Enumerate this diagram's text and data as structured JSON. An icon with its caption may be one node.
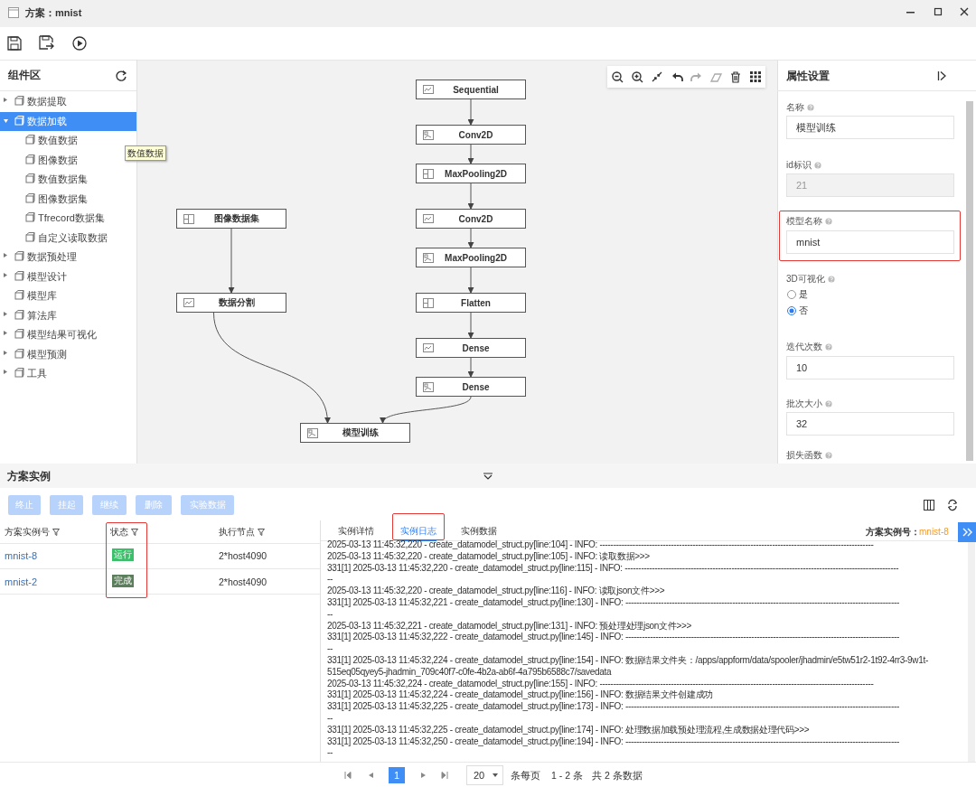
{
  "diagram": {
    "nodes": [
      {
        "text": [
          "Sequential"
        ]
      },
      {
        "text": [
          "Conv2D"
        ]
      },
      {
        "text": [
          "MaxPooling2D"
        ]
      },
      {
        "text": [
          "Conv2D"
        ]
      },
      {
        "text": [
          "MaxPooling2D"
        ]
      },
      {
        "text": [
          "Flatten"
        ]
      },
      {
        "text": [
          "Dense"
        ]
      },
      {
        "text": [
          "Dense"
        ]
      },
      {
        "text": [
          "图像数据集"
        ]
      },
      {
        "text": [
          "数据分割"
        ]
      },
      {
        "text": [
          "模型训练"
        ]
      }
    ],
    "edges": [
      {
        "from": 0,
        "to": 1,
        "arrow": "to"
      },
      {
        "from": 1,
        "to": 2,
        "arrow": "to"
      },
      {
        "from": 2,
        "to": 3,
        "arrow": "to"
      },
      {
        "from": 3,
        "to": 4,
        "arrow": "to"
      },
      {
        "from": 4,
        "to": 5,
        "arrow": "to"
      },
      {
        "from": 5,
        "to": 6,
        "arrow": "to"
      },
      {
        "from": 6,
        "to": 7,
        "arrow": "to"
      },
      {
        "from": 8,
        "to": 9,
        "arrow": "to"
      },
      {
        "from": 9,
        "to": 10,
        "arrow": "to"
      },
      {
        "from": 7,
        "to": 10,
        "arrow": "to"
      }
    ],
    "labels": [
      "方案：mnist",
      "组件区",
      "数据提取",
      "数据加载",
      "数值数据",
      "图像数据",
      "数值数据集",
      "图像数据集",
      "Tfrecord数据集",
      "自定义读取数据",
      "数据预处理",
      "模型设计",
      "模型库",
      "算法库",
      "模型结果可视化",
      "模型预测",
      "工具",
      "数值数据",
      "属性设置",
      "名称",
      "模型训练",
      "id标识",
      "21",
      "模型名称",
      "mnist",
      "3D可视化",
      "是",
      "否",
      "迭代次数",
      "10",
      "批次大小",
      "32",
      "损失函数",
      "方案实例",
      "终止",
      "挂起",
      "继续",
      "删除",
      "实验数据",
      "方案实例号",
      "状态",
      "执行节点",
      "mnist-8",
      "运行",
      "2*host4090",
      "mnist-2",
      "完成",
      "2*host4090",
      "实例详情",
      "实例日志",
      "实例数据",
      "方案实例号：",
      "mnist-8",
      "2025-03-13 11:45:32,220 - create_datamodel_struct.py[line:104] - INFO: ----------------------------------------------------------------------------------------------------",
      "2025-03-13 11:45:32,220 - create_datamodel_struct.py[line:105] - INFO: 读取数据>>>",
      "331[1] 2025-03-13 11:45:32,220 - create_datamodel_struct.py[line:115] - INFO: ----------------------------------------------------------------------------------------------------",
      "--",
      "2025-03-13 11:45:32,220 - create_datamodel_struct.py[line:116] - INFO: 读取json文件>>>",
      "331[1] 2025-03-13 11:45:32,221 - create_datamodel_struct.py[line:130] - INFO: ----------------------------------------------------------------------------------------------------",
      "--",
      "2025-03-13 11:45:32,221 - create_datamodel_struct.py[line:131] - INFO: 预处理处理json文件>>>",
      "331[1] 2025-03-13 11:45:32,222 - create_datamodel_struct.py[line:145] - INFO: ----------------------------------------------------------------------------------------------------",
      "--",
      "331[1] 2025-03-13 11:45:32,224 - create_datamodel_struct.py[line:154] - INFO: 数据结果文件夹：/apps/appform/data/spooler/jhadmin/e5tw51r2-1t92-4rr3-9w1t-515eq05qyey5-jhadmin_709c40f7-c0fe-4b2a-ab6f-4a795b6588c7/savedata",
      "2025-03-13 11:45:32,224 - create_datamodel_struct.py[line:155] - INFO: ----------------------------------------------------------------------------------------------------",
      "331[1] 2025-03-13 11:45:32,224 - create_datamodel_struct.py[line:156] - INFO: 数据结果文件创建成功",
      "331[1] 2025-03-13 11:45:32,225 - create_datamodel_struct.py[line:173] - INFO: ----------------------------------------------------------------------------------------------------",
      "--",
      "331[1] 2025-03-13 11:45:32,225 - create_datamodel_struct.py[line:174] - INFO: 处理数据加载预处理流程,生成数据处理代码>>>",
      "331[1] 2025-03-13 11:45:32,250 - create_datamodel_struct.py[line:194] - INFO: ----------------------------------------------------------------------------------------------------",
      "--",
      "1",
      "20",
      "条每页",
      "1 - 2 条",
      "共 2 条数据"
    ]
  }
}
